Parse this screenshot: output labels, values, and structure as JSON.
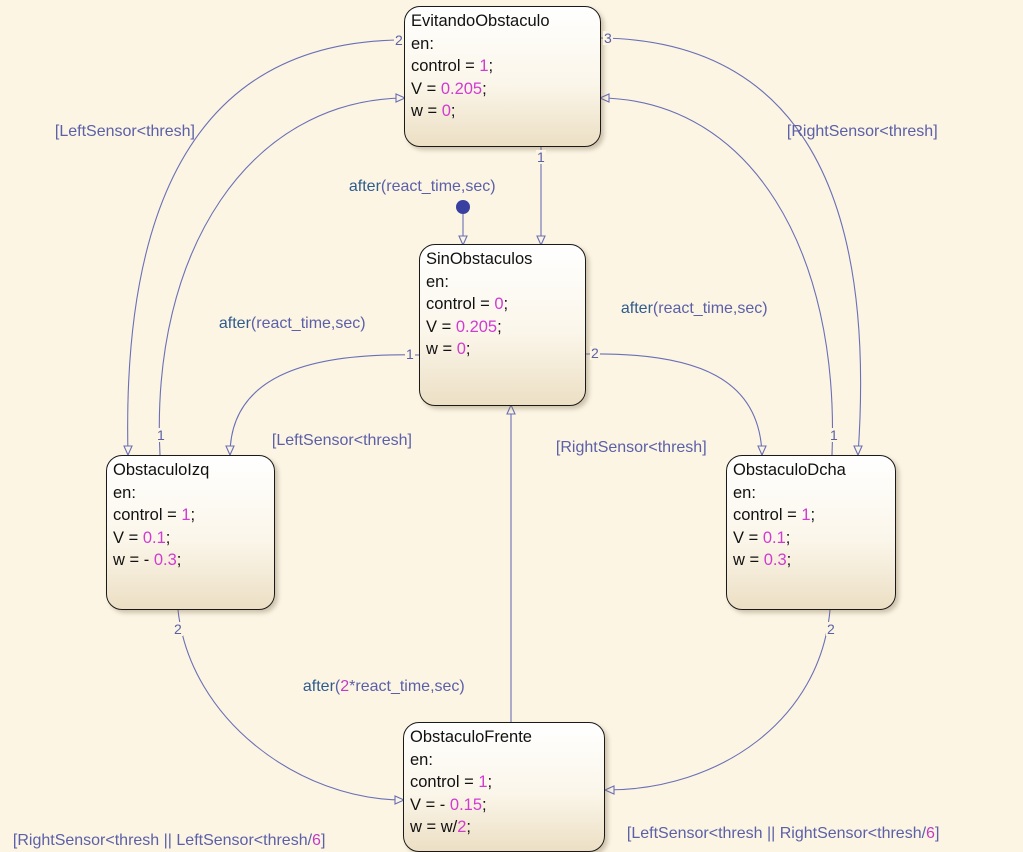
{
  "states": {
    "evitando": {
      "name": "EvitandoObstaculo",
      "lines": [
        {
          "p": "en:"
        },
        {
          "p": "control = ",
          "n": "1",
          "s": ";"
        },
        {
          "p": "V = ",
          "n": "0.205",
          "s": ";"
        },
        {
          "p": "w = ",
          "n": "0",
          "s": ";"
        }
      ]
    },
    "sin": {
      "name": "SinObstaculos",
      "lines": [
        {
          "p": "en:"
        },
        {
          "p": "control = ",
          "n": "0",
          "s": ";"
        },
        {
          "p": "V = ",
          "n": "0.205",
          "s": ";"
        },
        {
          "p": "w = ",
          "n": "0",
          "s": ";"
        }
      ]
    },
    "izq": {
      "name": "ObstaculoIzq",
      "lines": [
        {
          "p": "en:"
        },
        {
          "p": "control = ",
          "n": "1",
          "s": ";"
        },
        {
          "p": "V = ",
          "n": "0.1",
          "s": ";"
        },
        {
          "p": "w = - ",
          "n": "0.3",
          "s": ";"
        }
      ]
    },
    "dcha": {
      "name": "ObstaculoDcha",
      "lines": [
        {
          "p": "en:"
        },
        {
          "p": "control = ",
          "n": "1",
          "s": ";"
        },
        {
          "p": "V = ",
          "n": "0.1",
          "s": ";"
        },
        {
          "p": "w = ",
          "n": "0.3",
          "s": ";"
        }
      ]
    },
    "frente": {
      "name": "ObstaculoFrente",
      "lines": [
        {
          "p": "en:"
        },
        {
          "p": "control = ",
          "n": "1",
          "s": ";"
        },
        {
          "p": "V = - ",
          "n": "0.15",
          "s": ";"
        },
        {
          "p": "w = w/",
          "n": "2",
          "s": ";"
        }
      ]
    }
  },
  "labels": {
    "left_sensor_top": "[LeftSensor<thresh]",
    "right_sensor_top": "[RightSensor<thresh]",
    "left_sensor_mid": "[LeftSensor<thresh]",
    "right_sensor_mid": "[RightSensor<thresh]",
    "after_fn": "after",
    "after_args": "(react_time,sec)",
    "after2_open": "(",
    "after2_num": "2",
    "after2_rest": "*react_time,sec)",
    "bottom_left_text": "[RightSensor<thresh || LeftSensor<thresh/",
    "bottom_right_text": "[LeftSensor<thresh || RightSensor<thresh/",
    "divisor": "6",
    "close_bracket": "]"
  },
  "ports": {
    "evit_left": "2",
    "evit_right": "3",
    "evit_bottom": "1",
    "sin_left": "1",
    "sin_right": "2",
    "izq_top": "1",
    "izq_bottom": "2",
    "dcha_top": "1",
    "dcha_bottom": "2"
  }
}
